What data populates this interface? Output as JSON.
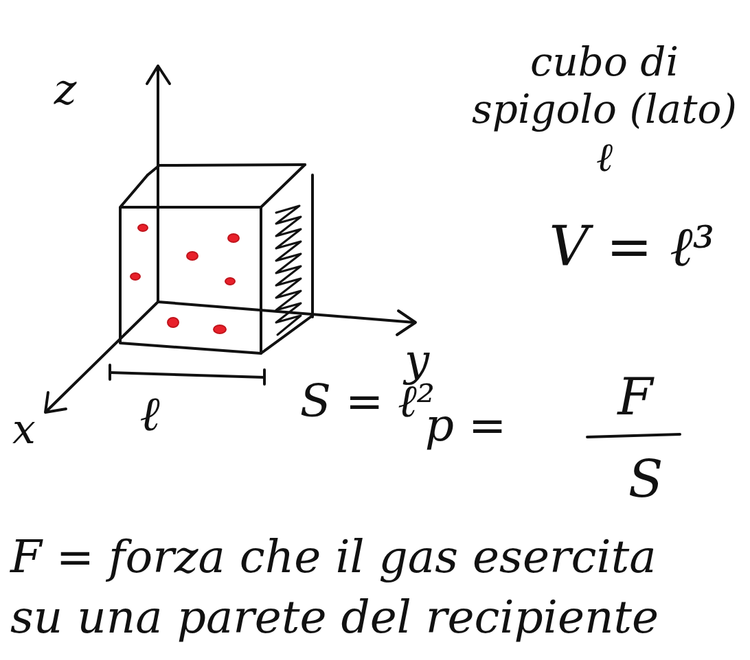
{
  "diagram": {
    "labels": [
      "z",
      "y",
      "x",
      "ℓ",
      "cubo di spigolo (lato) ℓ",
      "V = ℓ³",
      "S = ℓ²",
      "p =",
      "F",
      "S",
      "F = forza che il gas esercita",
      "su una parete del recipiente"
    ]
  }
}
